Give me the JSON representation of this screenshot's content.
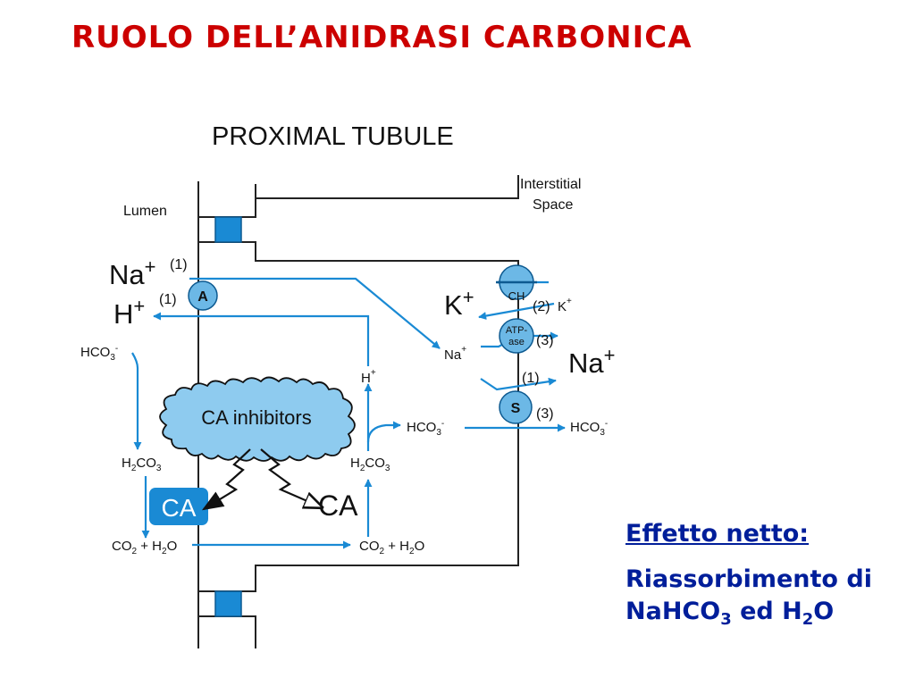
{
  "slide": {
    "title": "RUOLO DELL’ANIDRASI CARBONICA"
  },
  "diagram": {
    "heading": "PROXIMAL TUBULE",
    "lumen_label": "Lumen",
    "interstitial_label_1": "Interstitial",
    "interstitial_label_2": "Space",
    "luminal": {
      "na": "Na",
      "na_tag": "(1)",
      "h": "H",
      "h_tag": "(1)",
      "transporter_a": "A",
      "hco3": "HCO",
      "h2co3_prefix": "H",
      "h2co3_mid": "CO",
      "co2_h2o_prefix": "CO",
      "co2_h2o_suffix": " + H",
      "co2_h2o_end": "O",
      "ca_enzyme": "CA"
    },
    "cell": {
      "h": "H",
      "h2co3_prefix": "H",
      "h2co3_mid": "CO",
      "co2_h2o_prefix": "CO",
      "co2_h2o_suffix": " + H",
      "co2_h2o_end": "O",
      "hco3": "HCO",
      "na": "Na",
      "ca_enzyme": "CA",
      "inhibitors": "CA inhibitors"
    },
    "basolateral": {
      "k": "K",
      "channel_ch": "CH",
      "tag_2": "(2)",
      "k_out": "K",
      "pump_line1": "ATP-",
      "pump_line2": "ase",
      "tag_3a": "(3)",
      "na": "Na",
      "tag_1": "(1)",
      "transporter_s": "S",
      "tag_3b": "(3)",
      "hco3": "HCO"
    }
  },
  "summary": {
    "heading": "Effetto netto:",
    "line1": "Riassorbimento di",
    "line2_a": "NaHCO",
    "line2_sub1": "3",
    "line2_b": " ed H",
    "line2_sub2": "2",
    "line2_c": "O"
  },
  "colors": {
    "title": "#cc0000",
    "arrow": "#1a8ad4",
    "transporter_fill": "#6cb8e6",
    "summary_text": "#001e9a"
  }
}
